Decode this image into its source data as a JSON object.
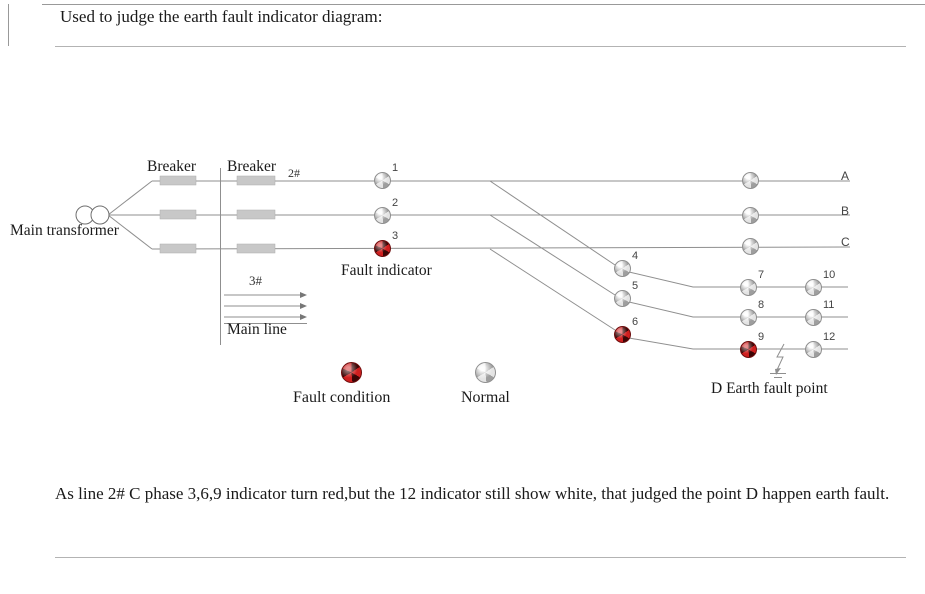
{
  "page": {
    "title": "Used to judge the earth fault indicator diagram:",
    "caption": "As line 2# C phase 3,6,9 indicator turn red,but the 12 indicator still show white, that judged the point D happen earth fault."
  },
  "colors": {
    "fault_red": "#cf1f1f",
    "normal_gray": "#e4e4e4",
    "line_gray": "#8f8f8f"
  },
  "diagram": {
    "labels": {
      "main_transformer": "Main transformer",
      "breaker1": "Breaker",
      "breaker2": "Breaker",
      "feeder2": "2#",
      "feeder3": "3#",
      "main_line": "Main line",
      "fault_indicator": "Fault indicator",
      "earth_fault_point": "D Earth fault point",
      "legend_fault": "Fault condition",
      "legend_normal": "Normal"
    },
    "phase_labels": [
      "A",
      "B",
      "C"
    ],
    "indicators": [
      {
        "num": "1",
        "state": "normal"
      },
      {
        "num": "2",
        "state": "normal"
      },
      {
        "num": "3",
        "state": "fault"
      },
      {
        "num": "4",
        "state": "normal"
      },
      {
        "num": "5",
        "state": "normal"
      },
      {
        "num": "6",
        "state": "fault"
      },
      {
        "num": "7",
        "state": "normal"
      },
      {
        "num": "8",
        "state": "normal"
      },
      {
        "num": "9",
        "state": "fault"
      },
      {
        "num": "10",
        "state": "normal"
      },
      {
        "num": "11",
        "state": "normal"
      },
      {
        "num": "12",
        "state": "normal"
      }
    ],
    "phase_end_indicators": [
      {
        "phase": "A",
        "state": "normal"
      },
      {
        "phase": "B",
        "state": "normal"
      },
      {
        "phase": "C",
        "state": "normal"
      }
    ]
  }
}
